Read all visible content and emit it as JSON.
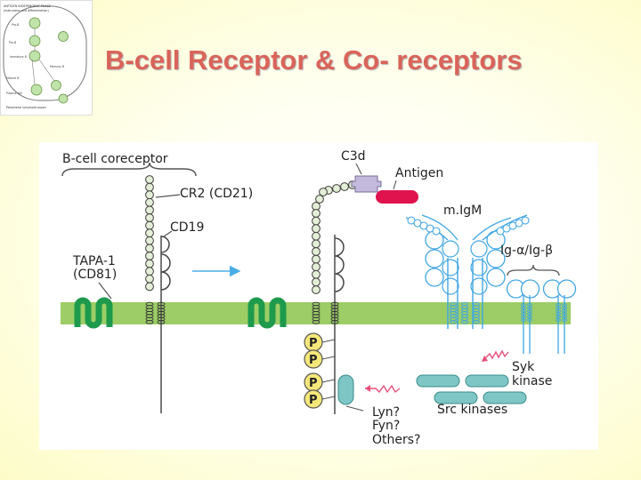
{
  "slide": {
    "title": "B-cell Receptor & Co- receptors"
  },
  "thumbnail": {
    "lines": [
      "ANTIGEN INDEPENDENT PHASE",
      "(maturation and differentiation)",
      "Pro-B",
      "Pre-B",
      "Immature B",
      "Mature B",
      "Plasma cell",
      "Memory B",
      "Peripheral lymphoid organ"
    ]
  },
  "diagram": {
    "labels": {
      "coreceptor": "B-cell coreceptor",
      "cr2": "CR2 (CD21)",
      "cd19": "CD19",
      "tapa1": "TAPA-1",
      "cd81": "(CD81)",
      "c3d": "C3d",
      "antigen": "Antigen",
      "migm": "m.IgM",
      "igab": "Ig-α/Ig-β",
      "syk1": "Syk",
      "syk2": "kinase",
      "src": "Src kinases",
      "lyn": "Lyn?",
      "fyn": "Fyn?",
      "others": "Others?",
      "p1": "P",
      "p2": "P",
      "p3": "P",
      "p4": "P"
    },
    "colors": {
      "membrane": "#9ccd66",
      "tapa": "#1d9a4c",
      "cr2_bead": "#e4efd8",
      "antigen": "#e0134f",
      "c3d": "#c3b9dc",
      "igm": "#3fa6e3",
      "kinase": "#7ec6c6",
      "phospho": "#f6e77a",
      "arrow": "#4aaee6",
      "zigzag": "#e8507a"
    }
  }
}
